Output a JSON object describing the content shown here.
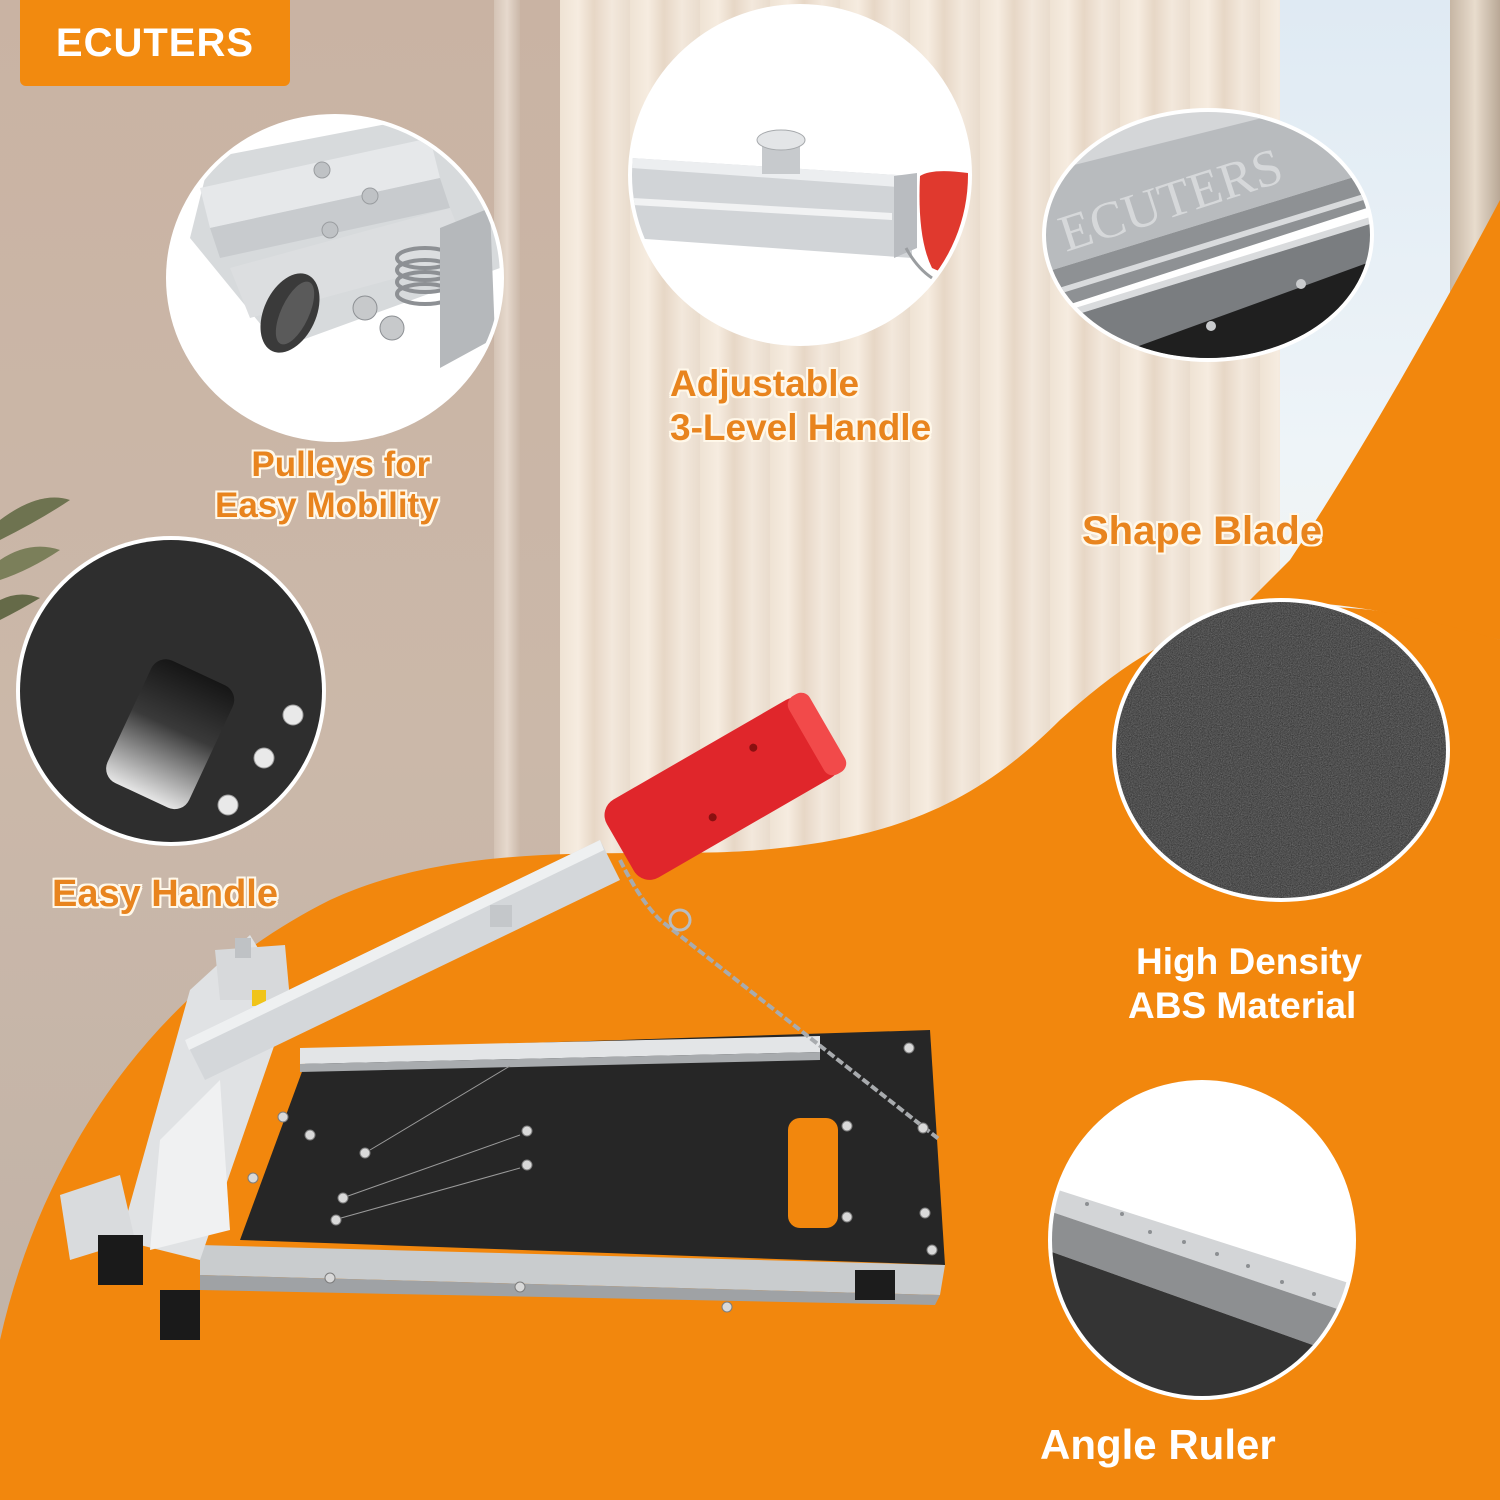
{
  "brand": {
    "name": "ECUTERS",
    "accent_color": "#f28a0f",
    "text_color": "#ffffff"
  },
  "features": [
    {
      "id": "pulleys",
      "label_line1": "Pulleys for",
      "label_line2": "Easy Mobility",
      "image": "wheel-caster-closeup"
    },
    {
      "id": "handle-adjust",
      "label_line1": "Adjustable",
      "label_line2": "3-Level Handle",
      "image": "handle-knob-closeup"
    },
    {
      "id": "blade",
      "label_line1": "Shape Blade",
      "image": "blade-closeup",
      "engraving": "ECUTERS"
    },
    {
      "id": "easy-handle",
      "label_line1": "Easy Handle",
      "image": "carry-handle-cutout-closeup"
    },
    {
      "id": "abs",
      "label_line1": "High Density",
      "label_line2": "ABS Material",
      "image": "abs-texture-closeup"
    },
    {
      "id": "ruler",
      "label_line1": "Angle Ruler",
      "image": "angle-ruler-closeup"
    }
  ],
  "product": {
    "name": "Flooring cutter",
    "handle_color": "#e0262b",
    "base_color": "#262626",
    "frame_color": "#d6d8da"
  },
  "colors": {
    "orange": "#f2870d",
    "label_orange": "#e8841e",
    "outline": "#fff8ea"
  }
}
